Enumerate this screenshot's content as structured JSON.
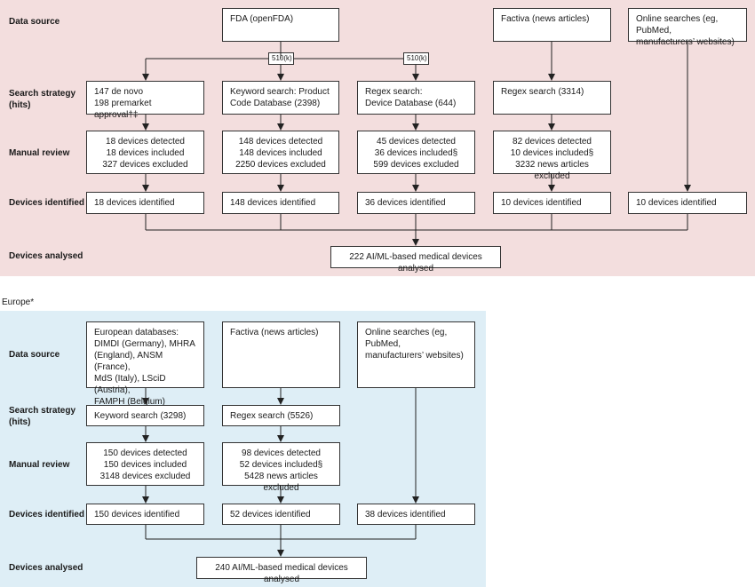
{
  "usa": {
    "row_labels": {
      "data_source": "Data source",
      "search_strategy": "Search strategy\n(hits)",
      "manual_review": "Manual review",
      "devices_identified": "Devices identified",
      "devices_analysed": "Devices analysed"
    },
    "sources": {
      "fda": "FDA (openFDA)",
      "factiva": "Factiva (news articles)",
      "online": "Online searches (eg, PubMed,\nmanufacturers’ websites)"
    },
    "k510_left": "510(k)",
    "k510_right": "510(k)",
    "search": {
      "denovo": "147 de novo\n198 premarket approval†‡",
      "keyword": "Keyword search: Product\nCode Database (2398)",
      "regex_db": "Regex search:\nDevice Database (644)",
      "regex_news": "Regex search (3314)"
    },
    "review": {
      "col1": "18 devices detected\n18 devices included\n327 devices excluded",
      "col2": "148 devices detected\n148 devices included\n2250 devices excluded",
      "col3": "45 devices detected\n36 devices included§\n599 devices excluded",
      "col4": "82 devices detected\n10 devices included§\n3232 news articles excluded"
    },
    "identified": {
      "col1": "18 devices identified",
      "col2": "148 devices identified",
      "col3": "36 devices identified",
      "col4": "10 devices identified",
      "col5": "10 devices identified"
    },
    "analysed": "222 AI/ML-based medical devices analysed"
  },
  "europe": {
    "title": "Europe*",
    "row_labels": {
      "data_source": "Data source",
      "search_strategy": "Search strategy\n(hits)",
      "manual_review": "Manual review",
      "devices_identified": "Devices identified",
      "devices_analysed": "Devices analysed"
    },
    "sources": {
      "databases": "European databases:\nDIMDI (Germany), MHRA\n(England), ANSM (France),\nMdS (Italy), LSciD (Austria),\nFAMPH (Belgium)",
      "factiva": "Factiva (news articles)",
      "online": "Online searches (eg, PubMed,\nmanufacturers’ websites)"
    },
    "search": {
      "keyword": "Keyword search (3298)",
      "regex": "Regex search (5526)"
    },
    "review": {
      "col1": "150 devices detected\n150 devices included\n3148 devices excluded",
      "col2": "98 devices detected\n52 devices included§\n5428 news articles excluded"
    },
    "identified": {
      "col1": "150 devices identified",
      "col2": "52 devices identified",
      "col3": "38 devices identified"
    },
    "analysed": "240 AI/ML-based medical devices analysed"
  }
}
